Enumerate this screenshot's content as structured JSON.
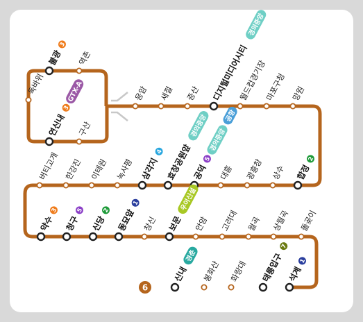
{
  "line": {
    "number": "6",
    "color": "#b5651d"
  },
  "colors": {
    "line1": "#2b3f9e",
    "line2": "#1f9b3a",
    "line3": "#ef7c1c",
    "line4": "#2aa7df",
    "line5": "#8b3fc7",
    "line7": "#6b7a12",
    "gyeongui": "#6fcfc5",
    "airport": "#4a9fd8",
    "gyeongchun": "#28a9a0",
    "ui_sinseol": "#a8c824",
    "gtx_a": "#9b59a6"
  },
  "badges": {
    "gtx_a": "GTX-A",
    "gyeongui": "경의중앙",
    "airport": "공항",
    "gyeongchun": "경춘",
    "ui_sinseol": "우이신설"
  },
  "stations": [
    {
      "id": "bulgwang",
      "name": "불광",
      "transfer": true,
      "lines": [
        "3"
      ],
      "badges": []
    },
    {
      "id": "yeokchon",
      "name": "역촌",
      "transfer": false,
      "lines": [],
      "badges": []
    },
    {
      "id": "dokbawi",
      "name": "독바위",
      "transfer": false,
      "lines": [],
      "badges": []
    },
    {
      "id": "yeonsinnae",
      "name": "연신내",
      "transfer": true,
      "lines": [
        "3"
      ],
      "badges": [
        "gtx_a"
      ]
    },
    {
      "id": "gusan",
      "name": "구산",
      "transfer": false,
      "lines": [],
      "badges": []
    },
    {
      "id": "eungam",
      "name": "응암",
      "transfer": false,
      "lines": [],
      "badges": []
    },
    {
      "id": "saejeol",
      "name": "새절",
      "transfer": false,
      "lines": [],
      "badges": []
    },
    {
      "id": "jeungsan",
      "name": "증산",
      "transfer": false,
      "lines": [],
      "badges": []
    },
    {
      "id": "dmc",
      "name": "디지털미디어시티",
      "transfer": true,
      "lines": [],
      "badges": [
        "gyeongui",
        "airport"
      ]
    },
    {
      "id": "worldcup",
      "name": "월드컵경기장",
      "transfer": false,
      "lines": [],
      "badges": []
    },
    {
      "id": "mapogu",
      "name": "마포구청",
      "transfer": false,
      "lines": [],
      "badges": []
    },
    {
      "id": "mangwon",
      "name": "망원",
      "transfer": false,
      "lines": [],
      "badges": []
    },
    {
      "id": "hapjeong",
      "name": "합정",
      "transfer": true,
      "lines": [
        "2"
      ],
      "badges": []
    },
    {
      "id": "sangsu",
      "name": "상수",
      "transfer": false,
      "lines": [],
      "badges": []
    },
    {
      "id": "gwangheungchang",
      "name": "광흥창",
      "transfer": false,
      "lines": [],
      "badges": []
    },
    {
      "id": "daeheung",
      "name": "대흥",
      "transfer": false,
      "lines": [],
      "badges": []
    },
    {
      "id": "gongdeok",
      "name": "공덕",
      "transfer": true,
      "lines": [
        "5"
      ],
      "badges": [
        "gyeongui",
        "airport"
      ]
    },
    {
      "id": "hyochang",
      "name": "효창공원앞",
      "transfer": true,
      "lines": [],
      "badges": [
        "gyeongui"
      ]
    },
    {
      "id": "samgakji",
      "name": "삼각지",
      "transfer": true,
      "lines": [
        "4"
      ],
      "badges": []
    },
    {
      "id": "noksapyeong",
      "name": "녹사평",
      "transfer": false,
      "lines": [],
      "badges": []
    },
    {
      "id": "itaewon",
      "name": "이태원",
      "transfer": false,
      "lines": [],
      "badges": []
    },
    {
      "id": "hangangjin",
      "name": "한강진",
      "transfer": false,
      "lines": [],
      "badges": []
    },
    {
      "id": "beotigogae",
      "name": "버티고개",
      "transfer": false,
      "lines": [],
      "badges": []
    },
    {
      "id": "yaksu",
      "name": "약수",
      "transfer": true,
      "lines": [
        "3"
      ],
      "badges": []
    },
    {
      "id": "cheonggu",
      "name": "청구",
      "transfer": true,
      "lines": [
        "5"
      ],
      "badges": []
    },
    {
      "id": "sindang",
      "name": "신당",
      "transfer": true,
      "lines": [
        "2"
      ],
      "badges": []
    },
    {
      "id": "dongmyo",
      "name": "동묘앞",
      "transfer": true,
      "lines": [
        "1"
      ],
      "badges": []
    },
    {
      "id": "changsin",
      "name": "창신",
      "transfer": false,
      "lines": [],
      "badges": []
    },
    {
      "id": "bomun",
      "name": "보문",
      "transfer": true,
      "lines": [],
      "badges": [
        "ui_sinseol"
      ]
    },
    {
      "id": "anam",
      "name": "안암",
      "transfer": false,
      "lines": [],
      "badges": []
    },
    {
      "id": "koreauniv",
      "name": "고려대",
      "transfer": false,
      "lines": [],
      "badges": []
    },
    {
      "id": "wolgok",
      "name": "월곡",
      "transfer": false,
      "lines": [],
      "badges": []
    },
    {
      "id": "sangwolgok",
      "name": "상월곡",
      "transfer": false,
      "lines": [],
      "badges": []
    },
    {
      "id": "dolgoji",
      "name": "돌곶이",
      "transfer": false,
      "lines": [],
      "badges": []
    },
    {
      "id": "seokgye",
      "name": "석계",
      "transfer": true,
      "lines": [
        "1"
      ],
      "badges": []
    },
    {
      "id": "taereung",
      "name": "태릉입구",
      "transfer": true,
      "lines": [
        "7"
      ],
      "badges": []
    },
    {
      "id": "hwarangdae",
      "name": "화랑대",
      "transfer": false,
      "lines": [],
      "badges": []
    },
    {
      "id": "bonghwasan",
      "name": "봉화산",
      "transfer": false,
      "lines": [],
      "badges": []
    },
    {
      "id": "sinnae",
      "name": "신내",
      "transfer": true,
      "lines": [],
      "badges": [
        "gyeongchun"
      ]
    }
  ]
}
